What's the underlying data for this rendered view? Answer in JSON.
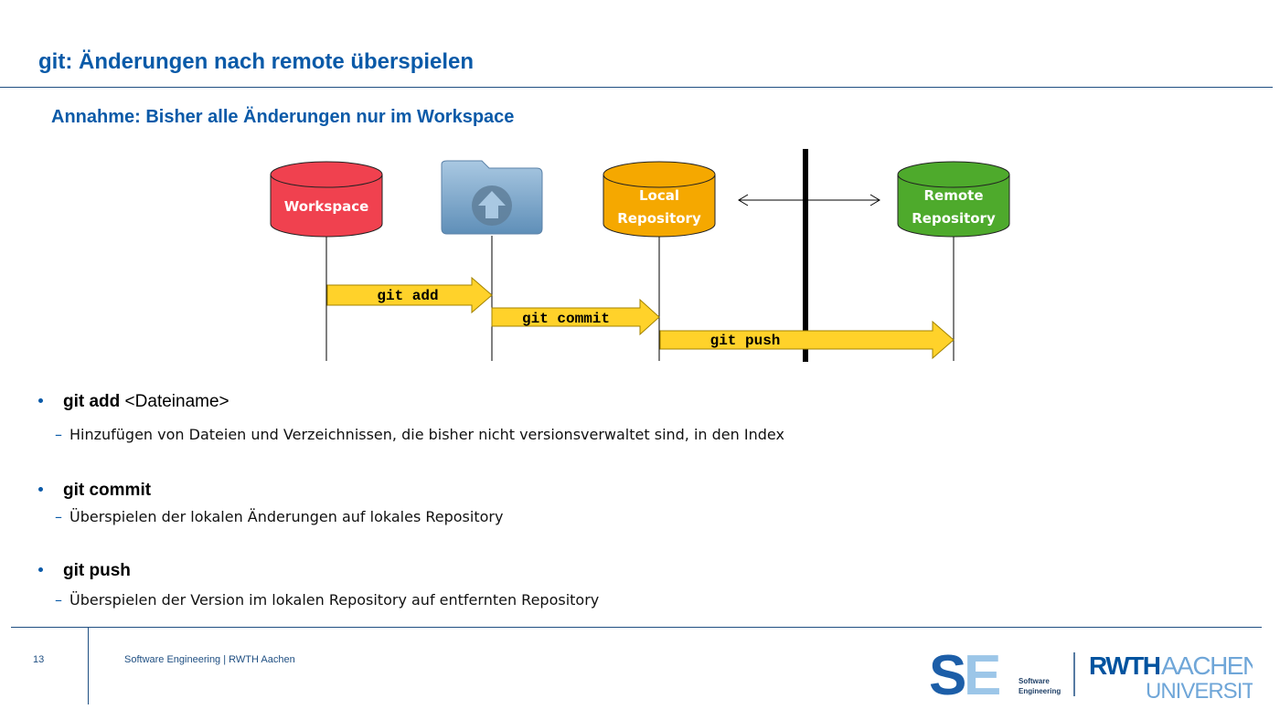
{
  "slide": {
    "title": "git: Änderungen nach remote überspielen",
    "subtitle": "Annahme: Bisher alle Änderungen nur im Workspace"
  },
  "diagram": {
    "workspace": {
      "label": "Workspace",
      "color": "#f0414f"
    },
    "local_repo": {
      "line1": "Local",
      "line2": "Repository",
      "color": "#f5a800"
    },
    "remote_repo": {
      "line1": "Remote",
      "line2": "Repository",
      "color": "#4eaa2c"
    },
    "index_icon": "folder-upload-icon",
    "arrows": {
      "git_add": "git add",
      "git_commit": "git commit",
      "git_push": "git push",
      "color": "#ffd22a"
    }
  },
  "bullets": [
    {
      "command": "git add",
      "argument": " <Dateiname>",
      "description": "Hinzufügen von Dateien und Verzeichnissen, die bisher nicht versionsverwaltet sind, in den Index"
    },
    {
      "command": "git commit",
      "argument": "",
      "description": "Überspielen der lokalen Änderungen auf lokales Repository"
    },
    {
      "command": "git push",
      "argument": "",
      "description": "Überspielen der Version im lokalen Repository auf entfernten Repository"
    }
  ],
  "footer": {
    "page_number": "13",
    "text": "Software Engineering  |  RWTH Aachen",
    "se_logo": {
      "letters": "SE",
      "line1": "Software",
      "line2": "Engineering"
    },
    "rwth_logo": {
      "part1": "RWTH",
      "part2": "AACHEN",
      "line2": "UNIVERSITY"
    }
  }
}
